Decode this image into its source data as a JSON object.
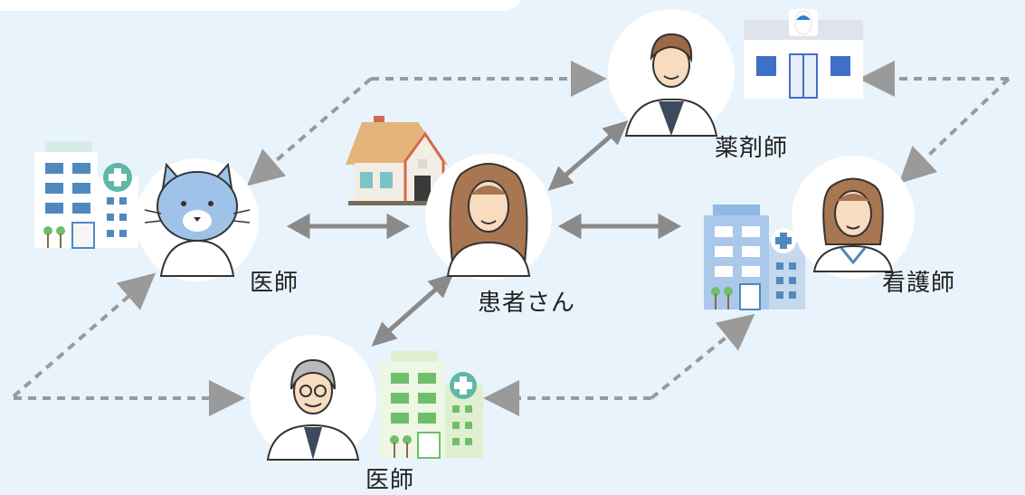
{
  "labels": {
    "pharmacist": "薬剤師",
    "doctor_top": "医師",
    "patient": "患者さん",
    "nurse": "看護師",
    "doctor_bottom": "医師"
  },
  "colors": {
    "background": "#e9f3fb",
    "arrow_solid": "#8a8a8a",
    "arrow_dotted": "#9a9a9a",
    "circle": "#ffffff",
    "building_green": "#dff0cf",
    "building_blue": "#a9c8ea",
    "cross": "#5fb8a6"
  },
  "icons": [
    "pharmacist-avatar",
    "pharmacy-building-icon",
    "cat-doctor-avatar",
    "hospital-left-icon",
    "house-icon",
    "patient-avatar",
    "hospital-right-icon",
    "nurse-avatar",
    "elderly-doctor-avatar",
    "hospital-bottom-icon"
  ]
}
